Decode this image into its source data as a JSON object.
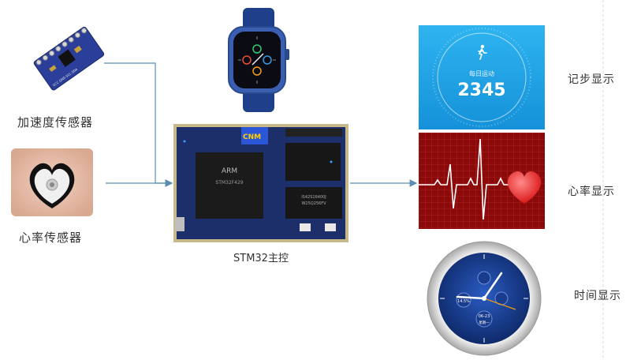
{
  "labels": {
    "accel_sensor": "加速度传感器",
    "heart_sensor": "心率传感器",
    "mcu": "STM32主控",
    "step_display": "记步显示",
    "heart_display": "心率显示",
    "time_display": "时间显示"
  },
  "step_panel": {
    "caption": "每日运动",
    "count": "2345"
  },
  "board": {
    "chip_brand": "ARM",
    "chip_mark": "STM32F429",
    "mem_chip": "IS42S16400J",
    "mem_chip2": "W25Q256FV"
  },
  "watch_face": {
    "left_value": "14.5%",
    "date": "06-23",
    "weekday": "星期一"
  },
  "colors": {
    "step_bg_top": "#2fb4f0",
    "step_bg_bottom": "#1591d9",
    "heart_bg": "#8a0a0a",
    "board_pcb": "#1d2f6b",
    "watch_band": "#1f3f8a",
    "arrow": "#5a8fb3"
  }
}
